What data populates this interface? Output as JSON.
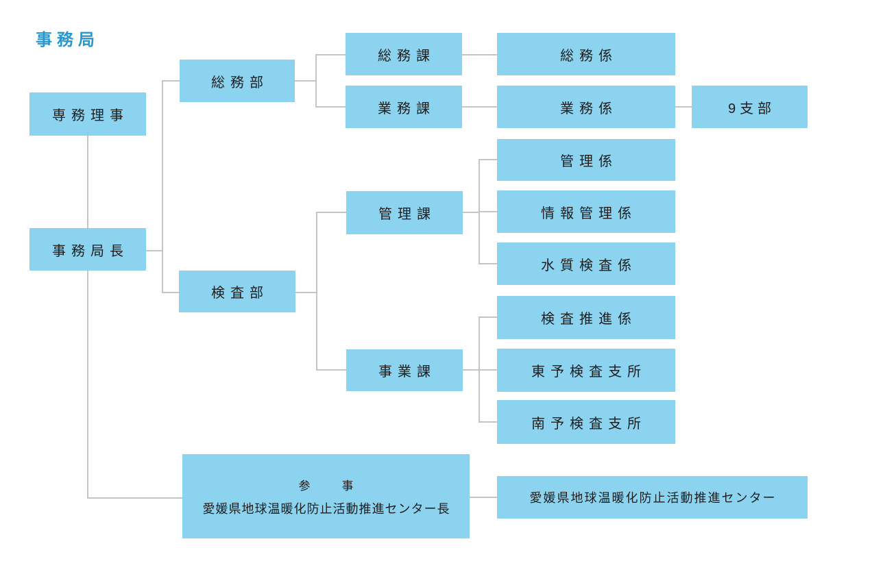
{
  "title": "事務局",
  "colors": {
    "box_fill": "#8BD3EF",
    "connector": "#C5C5C5",
    "box_text": "#1E1E1E",
    "title_text": "#2798D2"
  },
  "nodes": {
    "senmu_riji": {
      "label": "専務理事"
    },
    "jimukyoku_cho": {
      "label": "事務局長"
    },
    "somu_bu": {
      "label": "総務部"
    },
    "kensa_bu": {
      "label": "検査部"
    },
    "somu_ka": {
      "label": "総務課"
    },
    "gyomu_ka": {
      "label": "業務課"
    },
    "kanri_ka": {
      "label": "管理課"
    },
    "jigyo_ka": {
      "label": "事業課"
    },
    "somu_kakari": {
      "label": "総務係"
    },
    "gyomu_kakari": {
      "label": "業務係"
    },
    "kyu_shibu": {
      "label": "9支部"
    },
    "kanri_kakari": {
      "label": "管理係"
    },
    "joho_kanri_kakari": {
      "label": "情報管理係"
    },
    "suishitsu_kensa_kakari": {
      "label": "水質検査係"
    },
    "kensa_suishin_kakari": {
      "label": "検査推進係"
    },
    "toyo_kensa_shisho": {
      "label": "東予検査支所"
    },
    "nanyo_kensa_shisho": {
      "label": "南予検査支所"
    },
    "sanji": {
      "label_line1": "参　　事",
      "label_line2": "愛媛県地球温暖化防止活動推進センター長"
    },
    "ondanka_center": {
      "label": "愛媛県地球温暖化防止活動推進センター"
    }
  }
}
